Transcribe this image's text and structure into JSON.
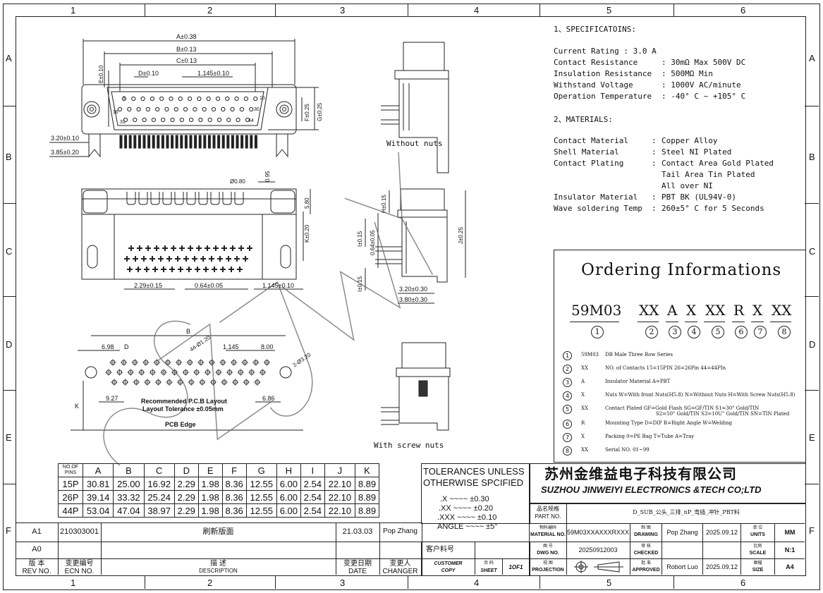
{
  "grid": {
    "columns": [
      "1",
      "2",
      "3",
      "4",
      "5",
      "6"
    ],
    "rows": [
      "A",
      "B",
      "C",
      "D",
      "E",
      "F"
    ]
  },
  "specs": {
    "title1": "1、SPECIFICATOINS:",
    "lines1": [
      [
        "Current  Rating : 3.0 A",
        ""
      ],
      [
        "Contact  Resistance",
        ": 30mΩ  Max  500V DC"
      ],
      [
        "Insulation Resistance",
        ": 500MΩ Min"
      ],
      [
        "Withstand  Voltage",
        ": 1000V AC/minute"
      ],
      [
        "Operation  Temperature",
        ": -40° C ~ +105° C"
      ]
    ],
    "title2": "2、MATERIALS:",
    "lines2": [
      [
        "Contact  Material",
        ":",
        "Copper Alloy"
      ],
      [
        "Shell    Material",
        ":",
        "Steel  NI   Plated"
      ],
      [
        "Contact  Plating",
        ":",
        "Contact Area Gold Plated"
      ],
      [
        "",
        "",
        "Tail Area Tin Plated"
      ],
      [
        "",
        "",
        "All  over NI"
      ],
      [
        "Insulator Material",
        ":",
        "PBT  BK (UL94V-0)"
      ],
      [
        "Wave soldering Temp",
        ":",
        "260±5° C for 5 Seconds"
      ]
    ]
  },
  "ordering": {
    "title": "Ordering Informations",
    "code_parts": [
      "59M03",
      "XX",
      "A",
      "X",
      "XX",
      "R",
      "X",
      "XX"
    ],
    "code_numbers": [
      "1",
      "2",
      "3",
      "4",
      "5",
      "6",
      "7",
      "8"
    ],
    "rows": [
      {
        "n": "1",
        "code": "59M03",
        "desc": "DB  Male Three Row Series"
      },
      {
        "n": "2",
        "code": "XX",
        "desc": "NO. of Contacts    15=15PIN   26=26Pin   44=44PIn"
      },
      {
        "n": "3",
        "code": "A",
        "desc": "Insulator Material    A=PBT"
      },
      {
        "n": "4",
        "code": "X",
        "desc": "Nuts      W=With front Nuts(H5.8)    N=Without Nuts   H=With Screw Nuts(H5.8)"
      },
      {
        "n": "5",
        "code": "XX",
        "desc": "Contact Plated    GF=Gold Flash  SG=GF/TIN   S1=30\" Gold/TIN"
      },
      {
        "n": "",
        "code": "",
        "desc": "S2=50\" Gold/TIN   S3=10U\" Gold/TIN SN=TIN Plated"
      },
      {
        "n": "6",
        "code": "R",
        "desc": "Mounting Type       D=DIP    R=Right Angle   W=Welding"
      },
      {
        "n": "7",
        "code": "X",
        "desc": "Packing           0=PE Bag   T=Tube  A=Tray"
      },
      {
        "n": "8",
        "code": "XX",
        "desc": "Serial NO.          01~99"
      }
    ]
  },
  "drawing_labels": {
    "a": "A±0.38",
    "b": "B±0.13",
    "c": "C±0.13",
    "d": "D±0.10",
    "pitch": "1.145±0.10",
    "e": "E±0.10",
    "f": "F±0.25",
    "g": "G±0.25",
    "h320": "3.20±0.10",
    "h385": "3.85±0.20",
    "pin1": "1",
    "pin15": "15",
    "pin16": "16",
    "pin30": "30",
    "pin31": "31",
    "pin44": "44",
    "without_nuts": "Without  nuts",
    "d080": "Ø0.80",
    "d095": "0.95",
    "d580": "5.80",
    "k": "K±0.20",
    "p229": "2.29±0.15",
    "p064": "0.64±0.05",
    "p1145": "1.145±0.10",
    "h015": "H±0.15",
    "v064": "0.64±0.05",
    "i015": "I±0.15",
    "i015b": "I±0.15",
    "j025": "J±0.25",
    "w320": "3.20±0.30",
    "w380": "3.80±0.30",
    "pcb_b": "B",
    "pcb_698": "6.98",
    "pcb_d": "D",
    "pcb_holes": "44-Ø1.20",
    "pcb_1145": "1.145",
    "pcb_800": "8.00",
    "pcb_2holes": "2-Ø3.20",
    "pcb_927": "9.27",
    "pcb_686": "6.86",
    "pcb_k": "K",
    "pcb_title1": "Recommended  P.C.B  Layout",
    "pcb_title2": "Layout  Tolerance  ±0.05mm",
    "pcb_edge": "PCB   Edge",
    "with_screw": "With   screw  nuts"
  },
  "dim_table": {
    "headers": [
      "NO.OF PINS",
      "A",
      "B",
      "C",
      "D",
      "E",
      "F",
      "G",
      "H",
      "I",
      "J",
      "K"
    ],
    "rows": [
      [
        "15P",
        "30.81",
        "25.00",
        "16.92",
        "2.29",
        "1.98",
        "8.36",
        "12.55",
        "6.00",
        "2.54",
        "22.10",
        "8.89"
      ],
      [
        "26P",
        "39.14",
        "33.32",
        "25.24",
        "2.29",
        "1.98",
        "8.36",
        "12.55",
        "6.00",
        "2.54",
        "22.10",
        "8.89"
      ],
      [
        "44P",
        "53.04",
        "47.04",
        "38.97",
        "2.29",
        "1.98",
        "8.36",
        "12.55",
        "6.00",
        "2.54",
        "22.10",
        "8.89"
      ]
    ]
  },
  "tolerances": {
    "title1": "TOLERANCES  UNLESS",
    "title2": "OTHERWISE  SPCIFIED",
    "lines": [
      ".X  ~~~~  ±0.30",
      ".XX  ~~~~  ±0.20",
      ".XXX  ~~~~  ±0.10",
      "ANGLE  ~~~~  ±5°"
    ]
  },
  "company": {
    "cn": "苏州金维益电子科技有限公司",
    "en": "SUZHOU JINWEIYI ELECTRONICS &TECH CO;LTD"
  },
  "title_block": {
    "part_label_cn": "品名规格",
    "part_label": "PART  NO.",
    "part_value": "D_SUB_公头_三排_nP_弯插_冲针_PBT料",
    "material_label_cn": "物料编码",
    "material_label": "MATERIAL NO.",
    "material_value": "59M03XXAXXXRXXX",
    "drawing_label_cn": "制 图",
    "drawing_label": "DRAWING",
    "drawing_name": "Pop  Zhang",
    "drawing_date": "2025.09.12",
    "units_label_cn": "单 位",
    "units_label": "UNITS",
    "units_value": "MM",
    "dwg_label_cn": "图 号",
    "dwg_label": "DWG  NO.",
    "dwg_value": "20250912003",
    "checked_label_cn": "审 核",
    "checked_label": "CHECKED",
    "scale_label_cn": "比例",
    "scale_label": "SCALE",
    "scale_value": "N:1",
    "customer_no": "客户料号",
    "customer_copy1": "CUSTOMER",
    "customer_copy2": "COPY",
    "sheet_label_cn": "页 码",
    "sheet_label": "SHEET",
    "sheet_value": "1OF1",
    "projection_label_cn": "视 图",
    "projection_label": "PROJECTION",
    "approved_label_cn": "批 准",
    "approved_label": "APPROVED",
    "approved_name": "Robort  Luo",
    "approved_date": "2025.09.12",
    "size_label_cn": "图幅",
    "size_label": "SIZE",
    "size_value": "A4"
  },
  "revision": {
    "rows": [
      [
        "A1",
        "210303001",
        "刷新版面",
        "21.03.03",
        "Pop Zhang"
      ],
      [
        "A0",
        "",
        "",
        "",
        ""
      ]
    ],
    "head_cn": [
      "版  本",
      "变更编号",
      "描  述",
      "变更日期",
      "变更人"
    ],
    "head_en": [
      "REV  NO.",
      "ECN   NO.",
      "DESCRIPTION",
      "DATE",
      "CHANGER"
    ]
  },
  "watermark": "SZJWY"
}
